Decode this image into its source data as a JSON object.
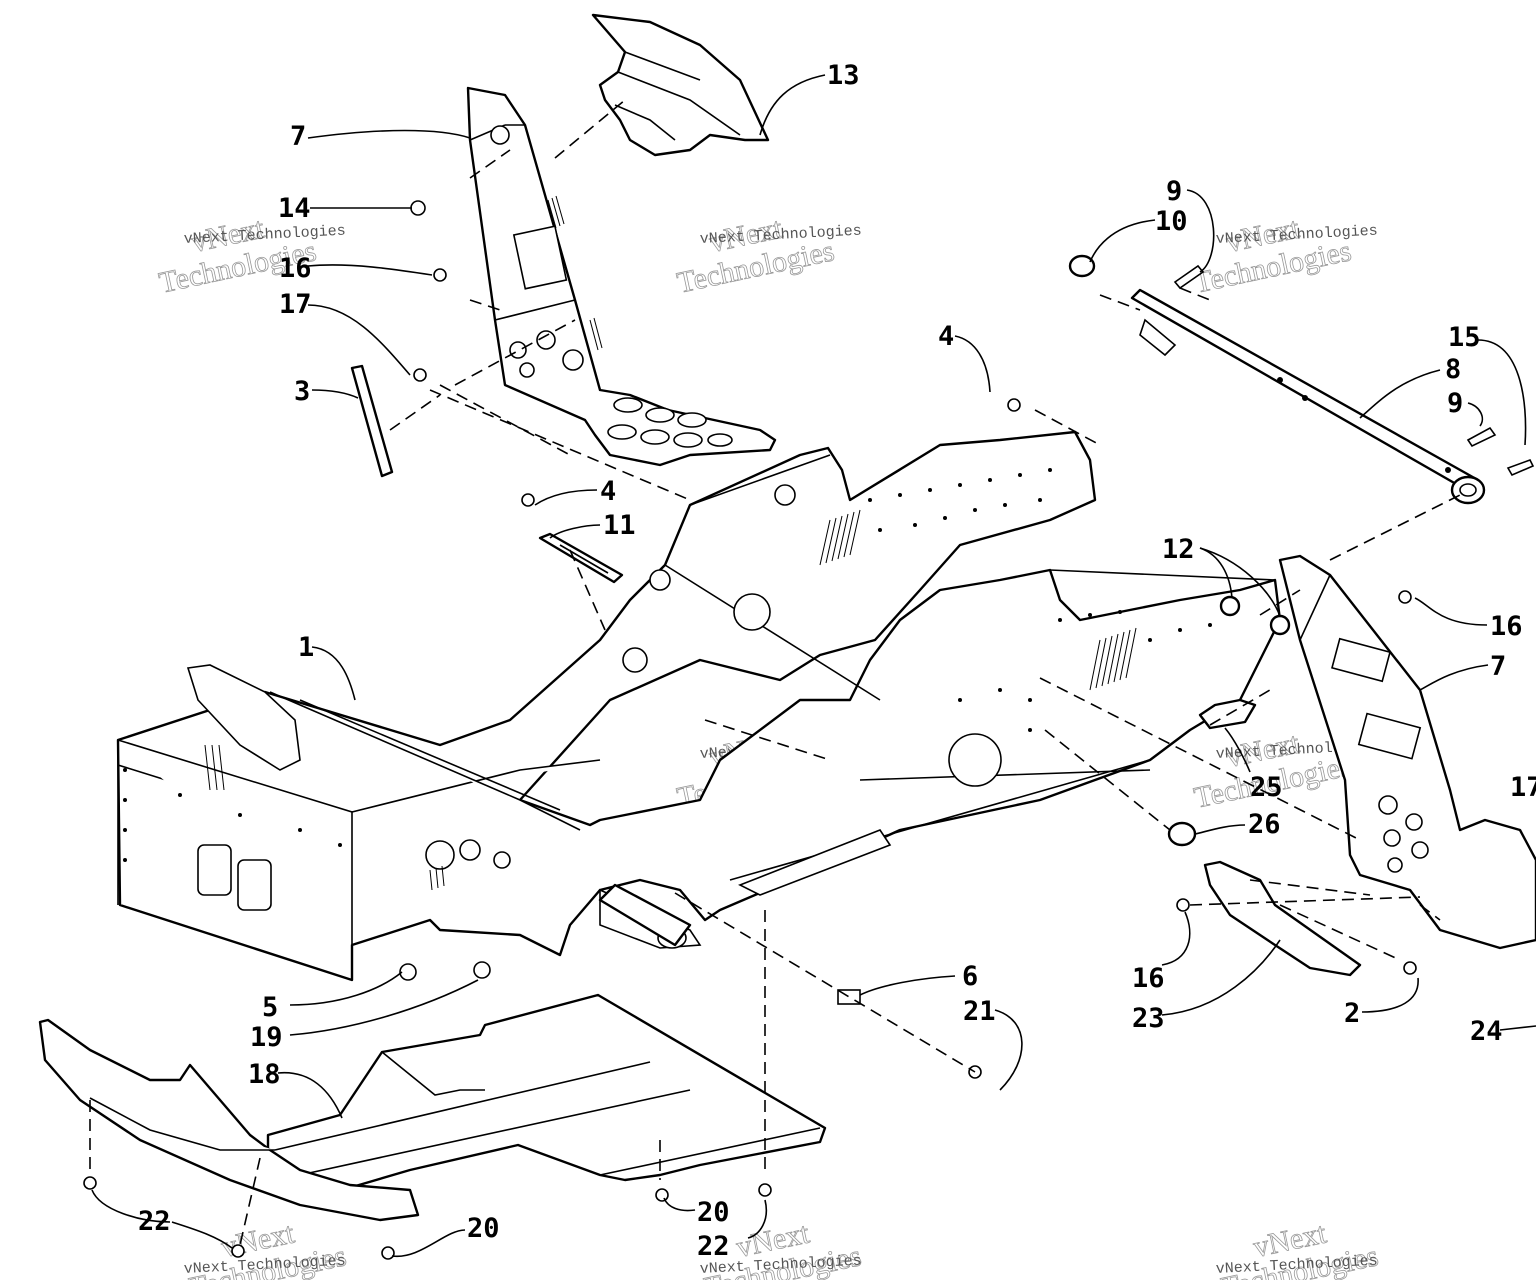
{
  "callouts": [
    {
      "label": "13"
    },
    {
      "label": "7"
    },
    {
      "label": "14"
    },
    {
      "label": "16"
    },
    {
      "label": "17"
    },
    {
      "label": "3"
    },
    {
      "label": "4"
    },
    {
      "label": "11"
    },
    {
      "label": "1"
    },
    {
      "label": "5"
    },
    {
      "label": "19"
    },
    {
      "label": "18"
    },
    {
      "label": "22"
    },
    {
      "label": "20"
    },
    {
      "label": "20"
    },
    {
      "label": "22"
    },
    {
      "label": "6"
    },
    {
      "label": "21"
    },
    {
      "label": "9"
    },
    {
      "label": "10"
    },
    {
      "label": "15"
    },
    {
      "label": "8"
    },
    {
      "label": "9"
    },
    {
      "label": "12"
    },
    {
      "label": "16"
    },
    {
      "label": "7"
    },
    {
      "label": "17"
    },
    {
      "label": "25"
    },
    {
      "label": "26"
    },
    {
      "label": "16"
    },
    {
      "label": "23"
    },
    {
      "label": "2"
    },
    {
      "label": "24"
    },
    {
      "label": "4"
    }
  ],
  "watermark": {
    "brand": "vNext",
    "word": "Technologies",
    "full": "vNext Technologies"
  }
}
